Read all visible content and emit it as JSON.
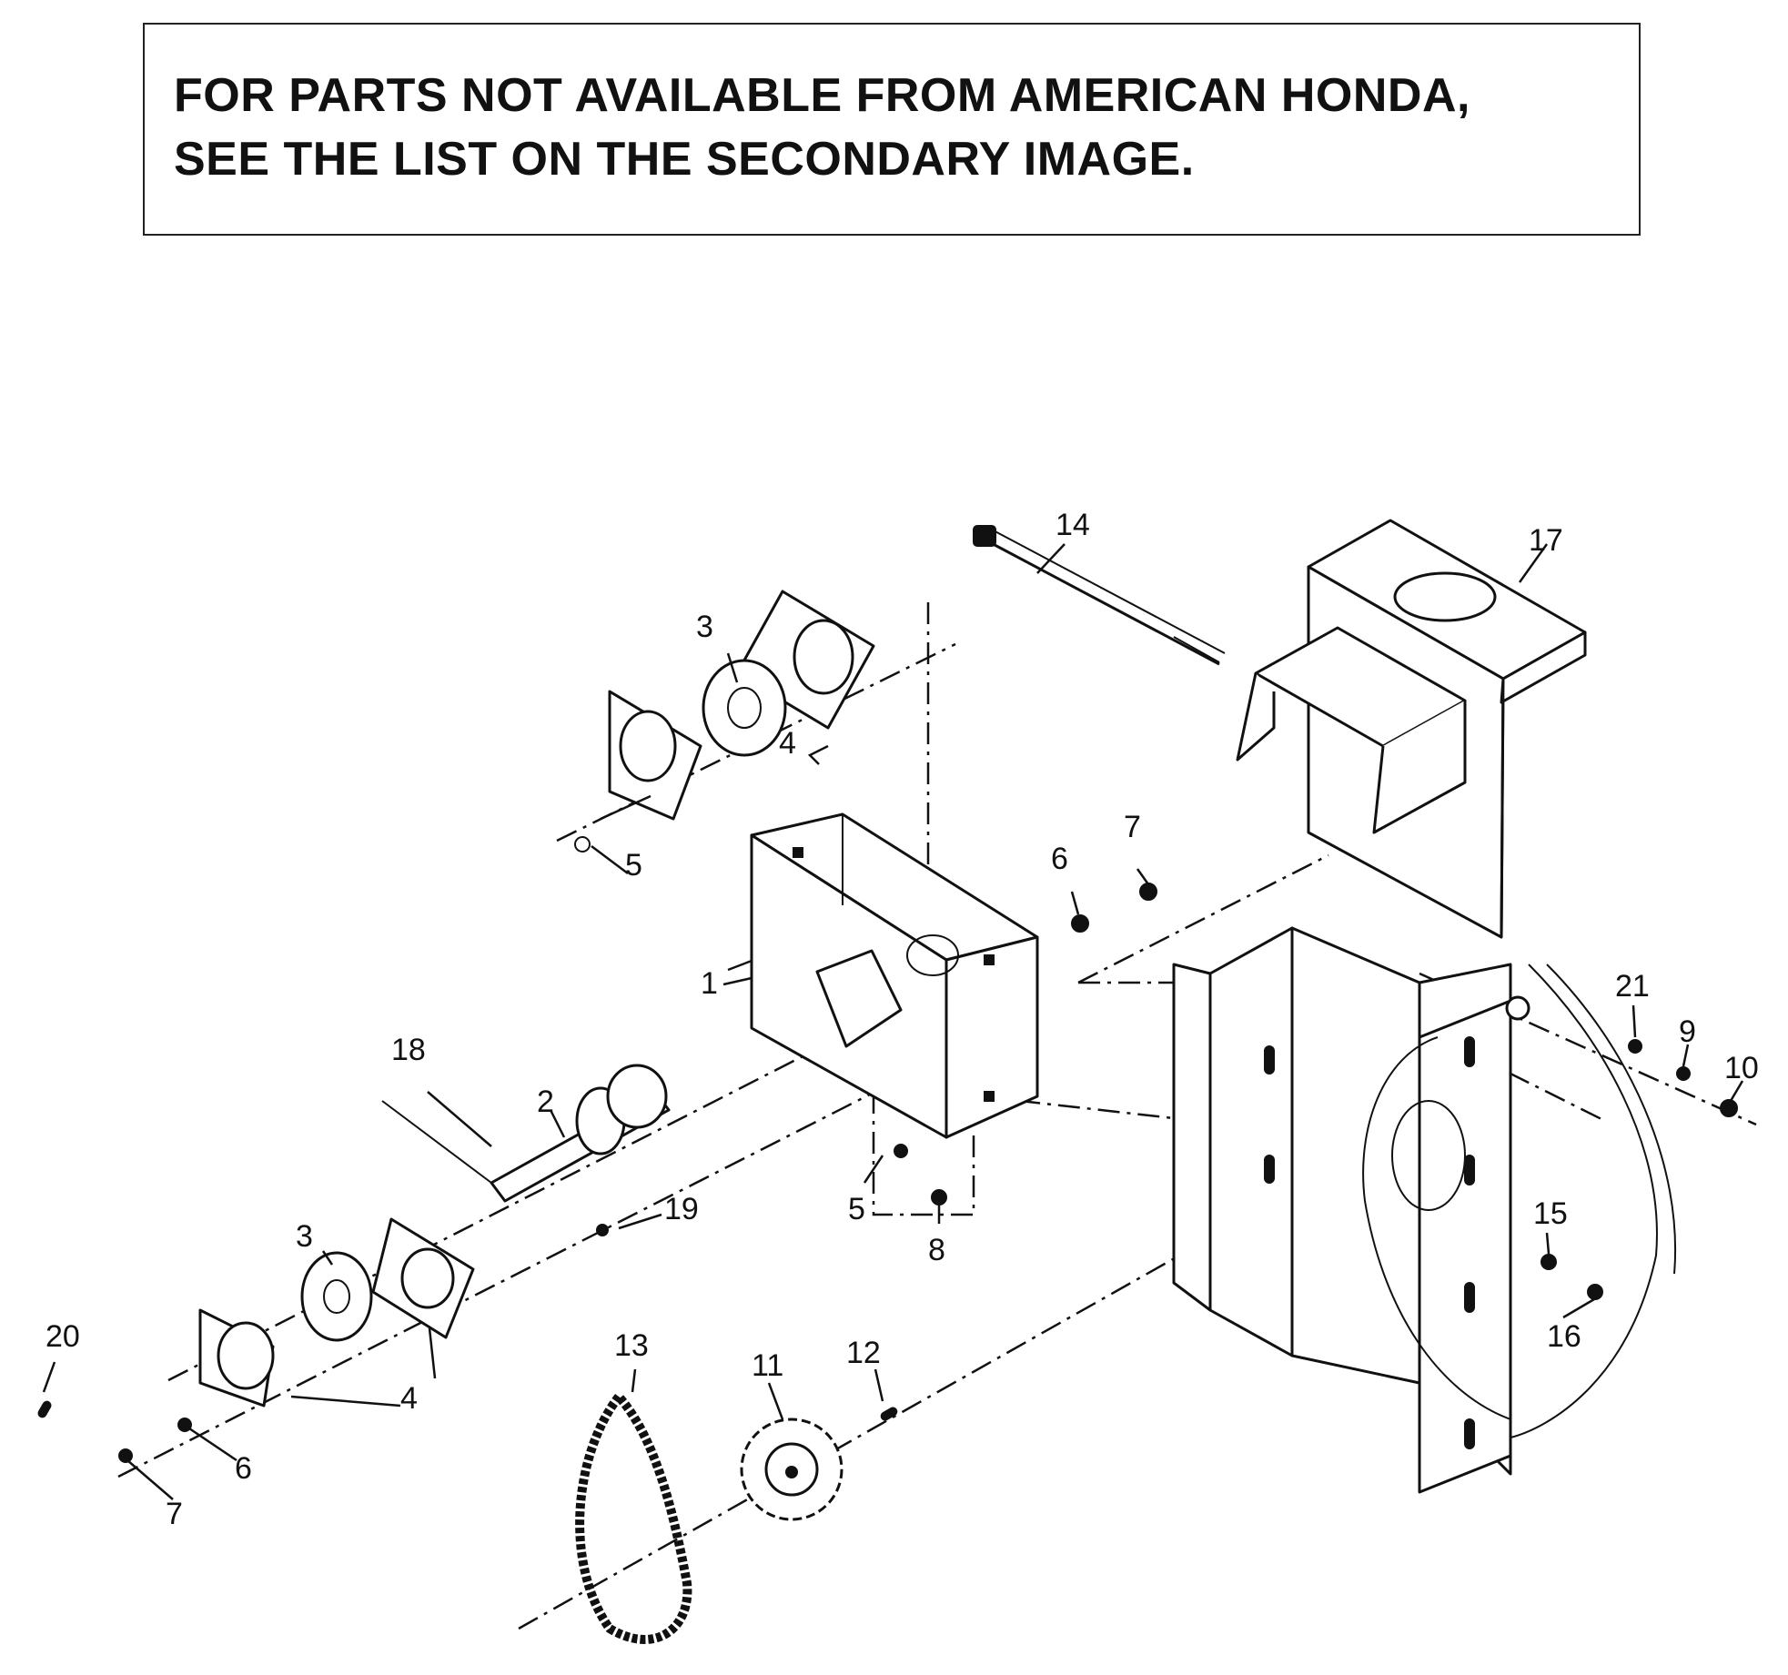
{
  "notice": {
    "line1": "FOR PARTS NOT AVAILABLE FROM AMERICAN HONDA,",
    "line2": "SEE THE LIST ON THE SECONDARY IMAGE."
  },
  "callouts": {
    "c1": "1",
    "c2": "2",
    "c3a": "3",
    "c3b": "3",
    "c4a": "4",
    "c4b": "4",
    "c5a": "5",
    "c5b": "5",
    "c6a": "6",
    "c6b": "6",
    "c7a": "7",
    "c7b": "7",
    "c8": "8",
    "c9": "9",
    "c10": "10",
    "c11": "11",
    "c12": "12",
    "c13": "13",
    "c14": "14",
    "c15": "15",
    "c16": "16",
    "c17": "17",
    "c18": "18",
    "c19": "19",
    "c20": "20",
    "c21": "21"
  }
}
